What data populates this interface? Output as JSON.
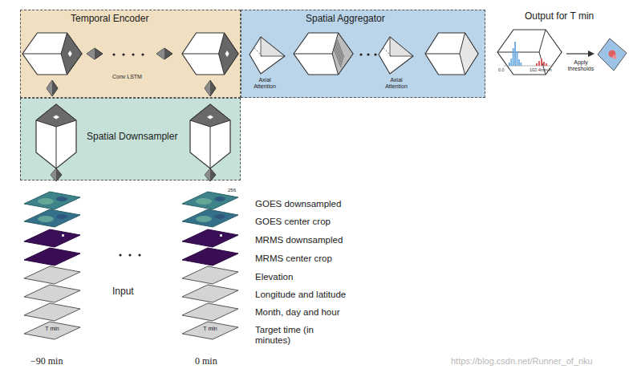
{
  "diagram": {
    "nodes": [
      {
        "text": [
          "Temporal Encoder"
        ]
      },
      {
        "text": [
          "Spatial Aggregator"
        ]
      },
      {
        "text": [
          "Spatial Downsampler"
        ]
      }
    ],
    "labels": [
      "Output for T min",
      "Conv LSTM",
      "Axial Attention",
      "Axial Attention",
      "0.0",
      "102.4mm/h",
      "Apply thresholds",
      "256",
      "GOES downsampled",
      "GOES center crop",
      "MRMS downsampled",
      "MRMS center crop",
      "Elevation",
      "Longitude and latitude",
      "Month, day and hour",
      "Target time (in minutes)",
      "T min",
      "T min",
      "Input",
      "−90 min",
      "0 min",
      "https://blog.csdn.net/Runner_of_nku"
    ]
  }
}
